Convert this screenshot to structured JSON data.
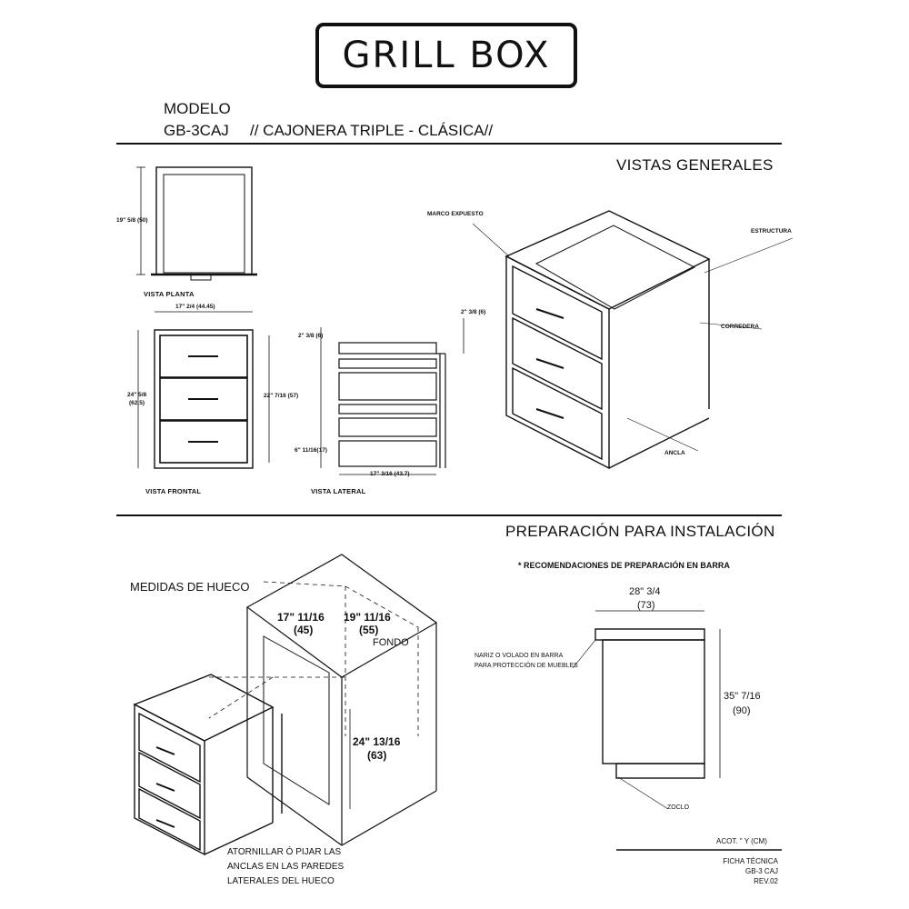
{
  "logo": {
    "brand": "GRILL BOX"
  },
  "header": {
    "model_label": "MODELO",
    "model_code": "GB-3CAJ",
    "model_desc": "// CAJONERA TRIPLE - CLÁSICA//"
  },
  "sections": {
    "general_views": "VISTAS GENERALES",
    "installation": "PREPARACIÓN PARA INSTALACIÓN",
    "recommendation": "* RECOMENDACIONES DE PREPARACIÓN EN BARRA",
    "hole_measures": "MEDIDAS DE HUECO"
  },
  "views": {
    "plan": {
      "label": "VISTA PLANTA",
      "dim_depth": "19\" 5/8 (50)"
    },
    "front": {
      "label": "VISTA FRONTAL",
      "dim_width": "17\" 2/4 (44.45)",
      "dim_height_a": "24\" 5/8",
      "dim_height_b": "(62.5)",
      "dim_inner": "22\" 7/16 (57)"
    },
    "side": {
      "label": "VISTA LATERAL",
      "dim_top": "2\" 3/8 (6)",
      "dim_offset": "2\" 3/8 (6)",
      "dim_bottom": "6\" 11/16(17)",
      "dim_depth": "17\" 3/16 (43.7)"
    },
    "iso": {
      "marco": "MARCO EXPUESTO",
      "estructura": "ESTRUCTURA",
      "corredera": "CORREDERA",
      "ancla": "ANCLA"
    }
  },
  "hole": {
    "w1": "17\" 11/16",
    "w1cm": "(45)",
    "d1": "19\" 11/16",
    "d1cm": "(55)",
    "fondo": "FONDO",
    "h1": "24\" 13/16",
    "h1cm": "(63)",
    "note": [
      "ATORNILLAR Ó PIJAR  LAS",
      "ANCLAS EN LAS PAREDES",
      "LATERALES DEL HUECO"
    ]
  },
  "bar": {
    "width": "28\" 3/4",
    "widthcm": "(73)",
    "height": "35\" 7/16",
    "heightcm": "(90)",
    "nose1": "NARIZ O VOLADO EN BARRA",
    "nose2": "PARA PROTECCIÓN DE MUEBLES",
    "zoclo": "ZOCLO"
  },
  "footer": {
    "units": "ACOT. \" Y (CM)",
    "sheet": "FICHA TÉCNICA",
    "code": "GB-3 CAJ",
    "rev": "REV.02"
  }
}
